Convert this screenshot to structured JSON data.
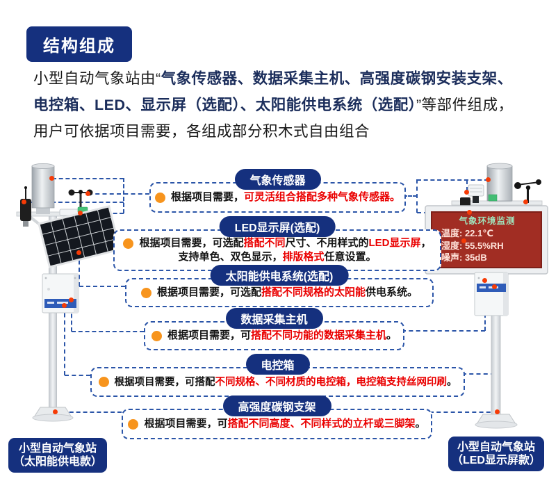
{
  "colors": {
    "navy": "#15307e",
    "dashed_blue": "#2b55a8",
    "red_text": "#ea0000",
    "orange_bullet": "#f7941d",
    "marker_red": "#f63b06",
    "led_screen_bg": "#a12d23"
  },
  "header": {
    "title": "结构组成"
  },
  "intro": {
    "segments": [
      {
        "t": "小型自动气象站由“",
        "s": "black"
      },
      {
        "t": "气象传感器、数据采集主机、高强度碳钢安装支架、电控箱、LED、显示屏（选配）、太阳能供电系统（选配）",
        "s": "navy"
      },
      {
        "t": "”等部件组成，用户可依据项目需要，各组成部分积木式自由组合",
        "s": "black"
      }
    ]
  },
  "callouts": [
    {
      "pill": "气象传感器",
      "lines": [
        [
          {
            "t": "根据项目需要，",
            "s": "black"
          },
          {
            "t": "可灵活组合搭配多种气象传感器。",
            "s": "red"
          }
        ]
      ]
    },
    {
      "pill": "LED显示屏(选配)",
      "lines": [
        [
          {
            "t": "根据项目需要，可选配",
            "s": "black"
          },
          {
            "t": "搭配不同",
            "s": "red"
          },
          {
            "t": "尺寸、不用样式的",
            "s": "black"
          },
          {
            "t": "LED显示屏",
            "s": "red"
          },
          {
            "t": "，",
            "s": "black"
          }
        ],
        [
          {
            "t": "支持单色、双色显示，",
            "s": "black"
          },
          {
            "t": "排版格式",
            "s": "red"
          },
          {
            "t": "任意设置。",
            "s": "black"
          }
        ]
      ]
    },
    {
      "pill": "太阳能供电系统(选配)",
      "lines": [
        [
          {
            "t": "根据项目需要，可选配",
            "s": "black"
          },
          {
            "t": "搭配不同规格的太阳能",
            "s": "red"
          },
          {
            "t": "供电系统。",
            "s": "black"
          }
        ]
      ]
    },
    {
      "pill": "数据采集主机",
      "lines": [
        [
          {
            "t": "根据项目需要，可",
            "s": "black"
          },
          {
            "t": "搭配不同功能的数据采集主机",
            "s": "red"
          },
          {
            "t": "。",
            "s": "black"
          }
        ]
      ]
    },
    {
      "pill": "电控箱",
      "lines": [
        [
          {
            "t": "根据项目需要，可搭配",
            "s": "black"
          },
          {
            "t": "不同规格、不同材质的电控箱，电控箱支持丝网印刷",
            "s": "red"
          },
          {
            "t": "。",
            "s": "black"
          }
        ]
      ]
    },
    {
      "pill": "高强度碳钢支架",
      "lines": [
        [
          {
            "t": "根据项目需要，可",
            "s": "black"
          },
          {
            "t": "搭配不同高度、不同样式的立杆或三脚架",
            "s": "red"
          },
          {
            "t": "。",
            "s": "black"
          }
        ]
      ]
    }
  ],
  "stations": {
    "left": {
      "caption": [
        "小型自动气象站",
        "（太阳能供电款）"
      ]
    },
    "right": {
      "caption": [
        "小型自动气象站",
        "（LED显示屏款）"
      ],
      "screen": {
        "title": "气象环境监测",
        "rows": [
          "温度: 22.1℃",
          "湿度: 55.5%RH",
          "噪声: 35dB"
        ]
      }
    }
  }
}
